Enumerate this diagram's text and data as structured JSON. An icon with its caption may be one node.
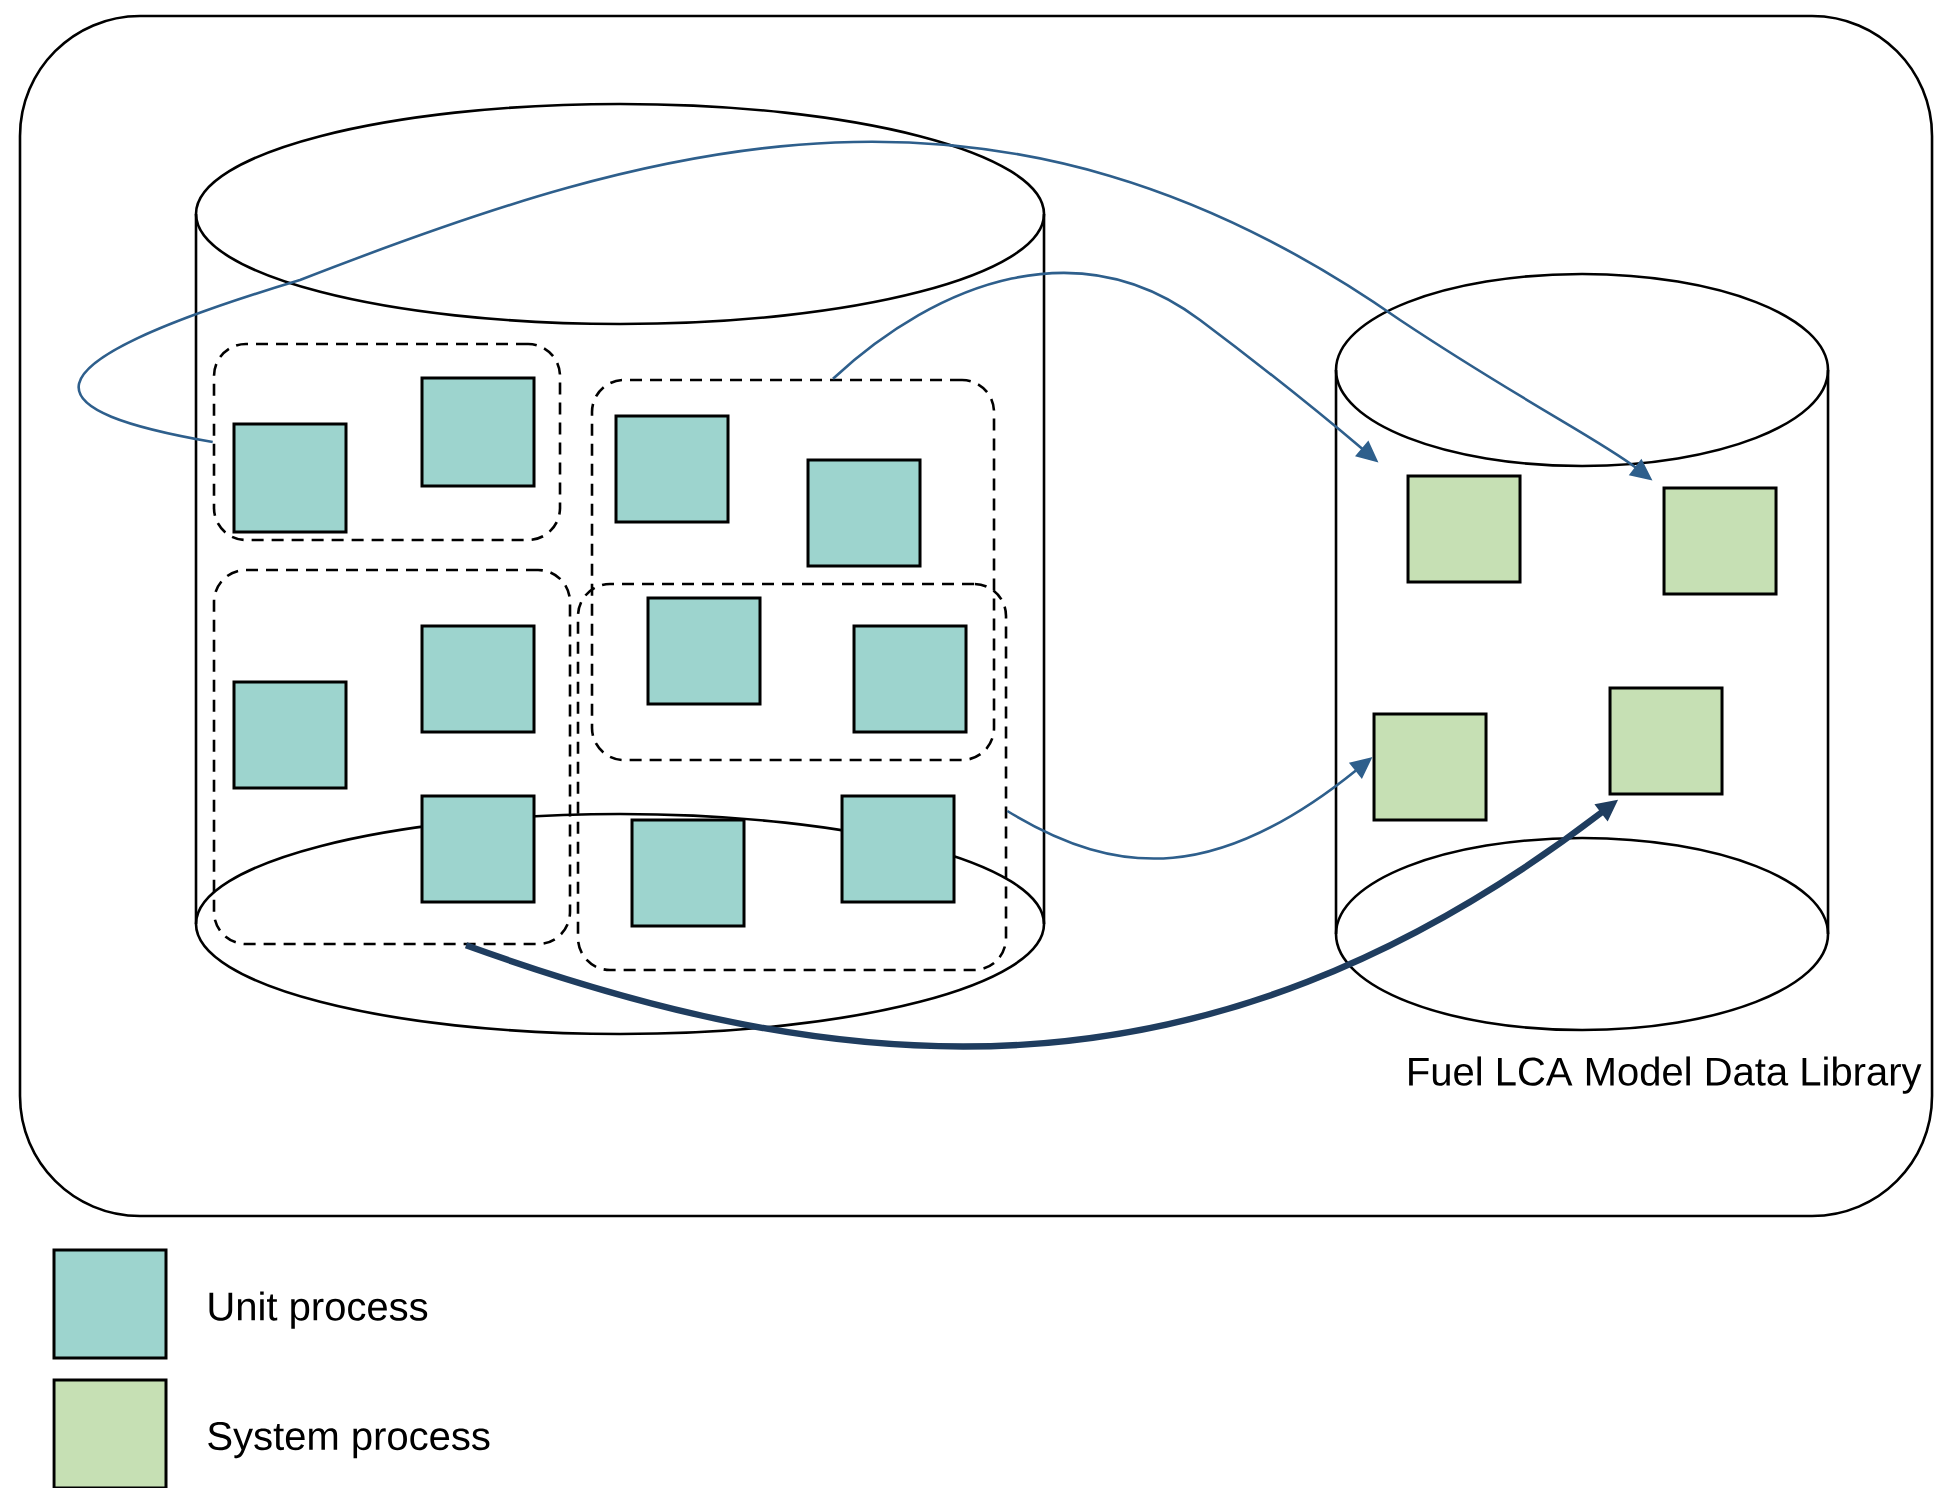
{
  "diagram": {
    "nodes": [
      {
        "text": [],
        "shape": "box"
      },
      {
        "text": [],
        "shape": "cylinder",
        "in": 0
      },
      {
        "text": [],
        "shape": "box",
        "in": 1
      },
      {
        "text": [],
        "shape": "box",
        "in": 1
      },
      {
        "text": [],
        "shape": "box",
        "in": 1
      },
      {
        "text": [],
        "shape": "box",
        "in": 1
      },
      {
        "text": [],
        "shape": "box",
        "in": 2
      },
      {
        "text": [],
        "shape": "box",
        "in": 2
      },
      {
        "text": [],
        "shape": "box",
        "in": 3
      },
      {
        "text": [],
        "shape": "box",
        "in": 3
      },
      {
        "text": [],
        "shape": "box",
        "in": 3
      },
      {
        "text": [],
        "shape": "box",
        "in": 4
      },
      {
        "text": [],
        "shape": "box",
        "in": 4
      },
      {
        "text": [],
        "shape": "box"
      },
      {
        "text": [],
        "shape": "box"
      },
      {
        "text": [],
        "shape": "box",
        "in": 5
      },
      {
        "text": [],
        "shape": "box",
        "in": 5
      },
      {
        "text": [],
        "shape": "cylinder",
        "in": 0,
        "beside": [
          "Fuel LCA Model Data Library"
        ]
      },
      {
        "text": [],
        "shape": "box",
        "in": 17
      },
      {
        "text": [],
        "shape": "box",
        "in": 17
      },
      {
        "text": [],
        "shape": "box",
        "in": 17
      },
      {
        "text": [],
        "shape": "box",
        "in": 17
      }
    ],
    "edges": [
      {
        "from": 2,
        "to": 19,
        "arrow": "to"
      },
      {
        "from": 4,
        "to": 18,
        "arrow": "to"
      },
      {
        "from": 5,
        "to": 20,
        "arrow": "to"
      },
      {
        "from": 3,
        "to": 21,
        "arrow": "to",
        "style": "thick",
        "color": "#1f3d5f"
      }
    ],
    "legend": [
      {
        "text": "Unit process",
        "color": "#9dd4ce"
      },
      {
        "text": "System process",
        "color": "#c6e0b4"
      }
    ]
  }
}
